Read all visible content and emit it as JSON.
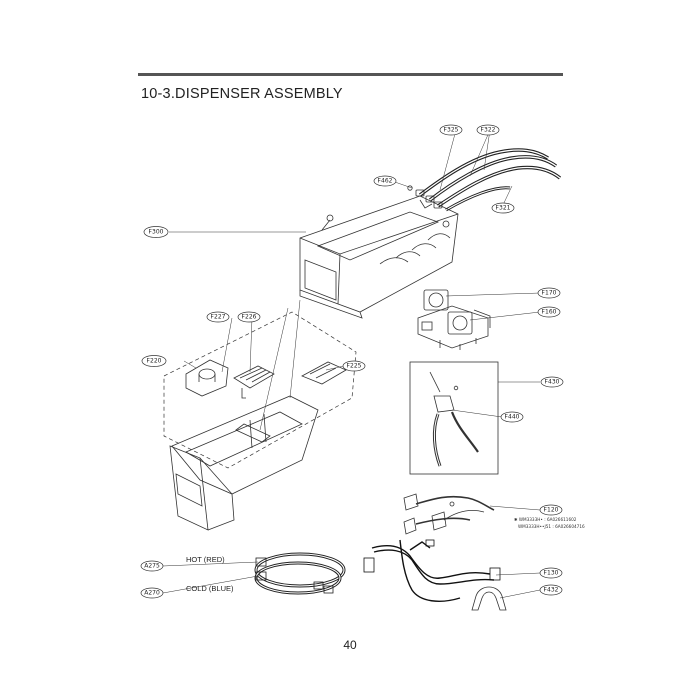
{
  "header": {
    "title": "10-3.DISPENSER ASSEMBLY"
  },
  "footer": {
    "page_number": "40"
  },
  "parts": {
    "f325": "F325",
    "f322": "F322",
    "f462": "F462",
    "f321": "F321",
    "f300": "F300",
    "f170": "F170",
    "f160": "F160",
    "f227": "F227",
    "f226": "F226",
    "f220": "F220",
    "f225": "F225",
    "f430": "F430",
    "f440": "F440",
    "f120": "F120",
    "f130": "F130",
    "f432": "F432",
    "a275": "A275",
    "a270": "A270"
  },
  "hose_labels": {
    "hot": "HOT (RED)",
    "cold": "COLD (BLUE)"
  },
  "f120_note": {
    "line1": "✱ WM3333H• : 6A026611602",
    "line2": "WM3333H••J51 : 6A026604716"
  }
}
